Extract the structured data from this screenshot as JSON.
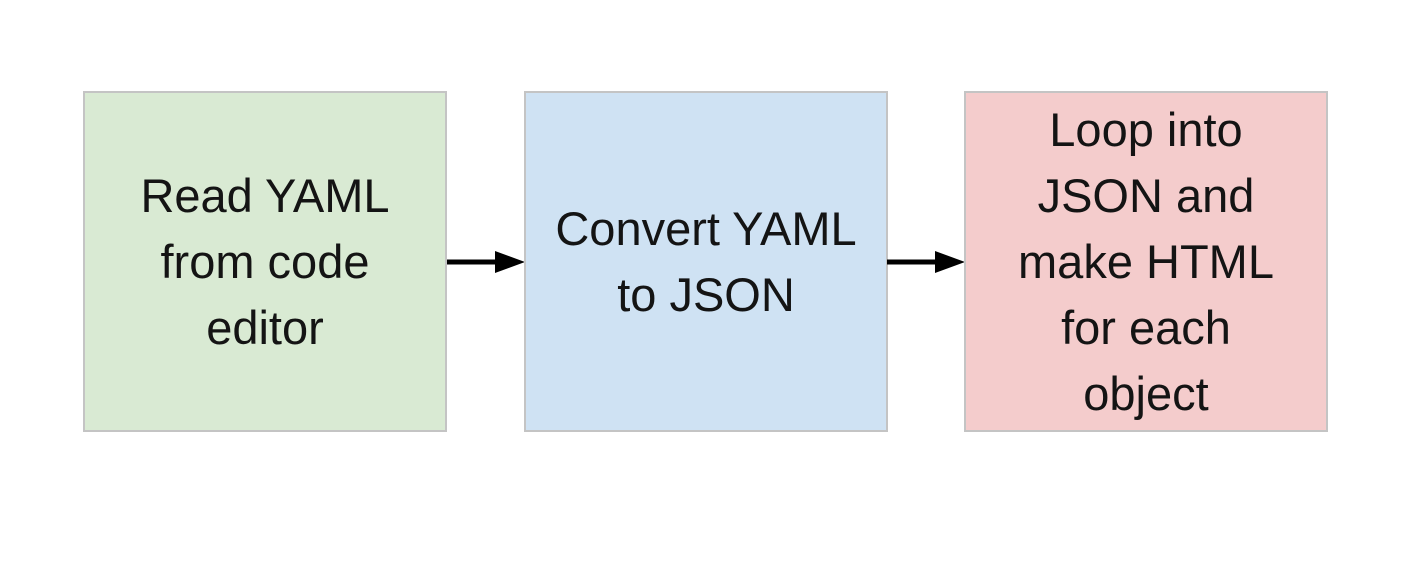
{
  "flow": {
    "steps": [
      {
        "label": "Read YAML\nfrom code\neditor",
        "fill": "#d9ead3"
      },
      {
        "label": "Convert YAML\nto JSON",
        "fill": "#cfe2f3"
      },
      {
        "label": "Loop into\nJSON and\nmake HTML\nfor each\nobject",
        "fill": "#f4cccc"
      }
    ],
    "border_color": "#c4c4c4",
    "arrow_color": "#000000"
  }
}
